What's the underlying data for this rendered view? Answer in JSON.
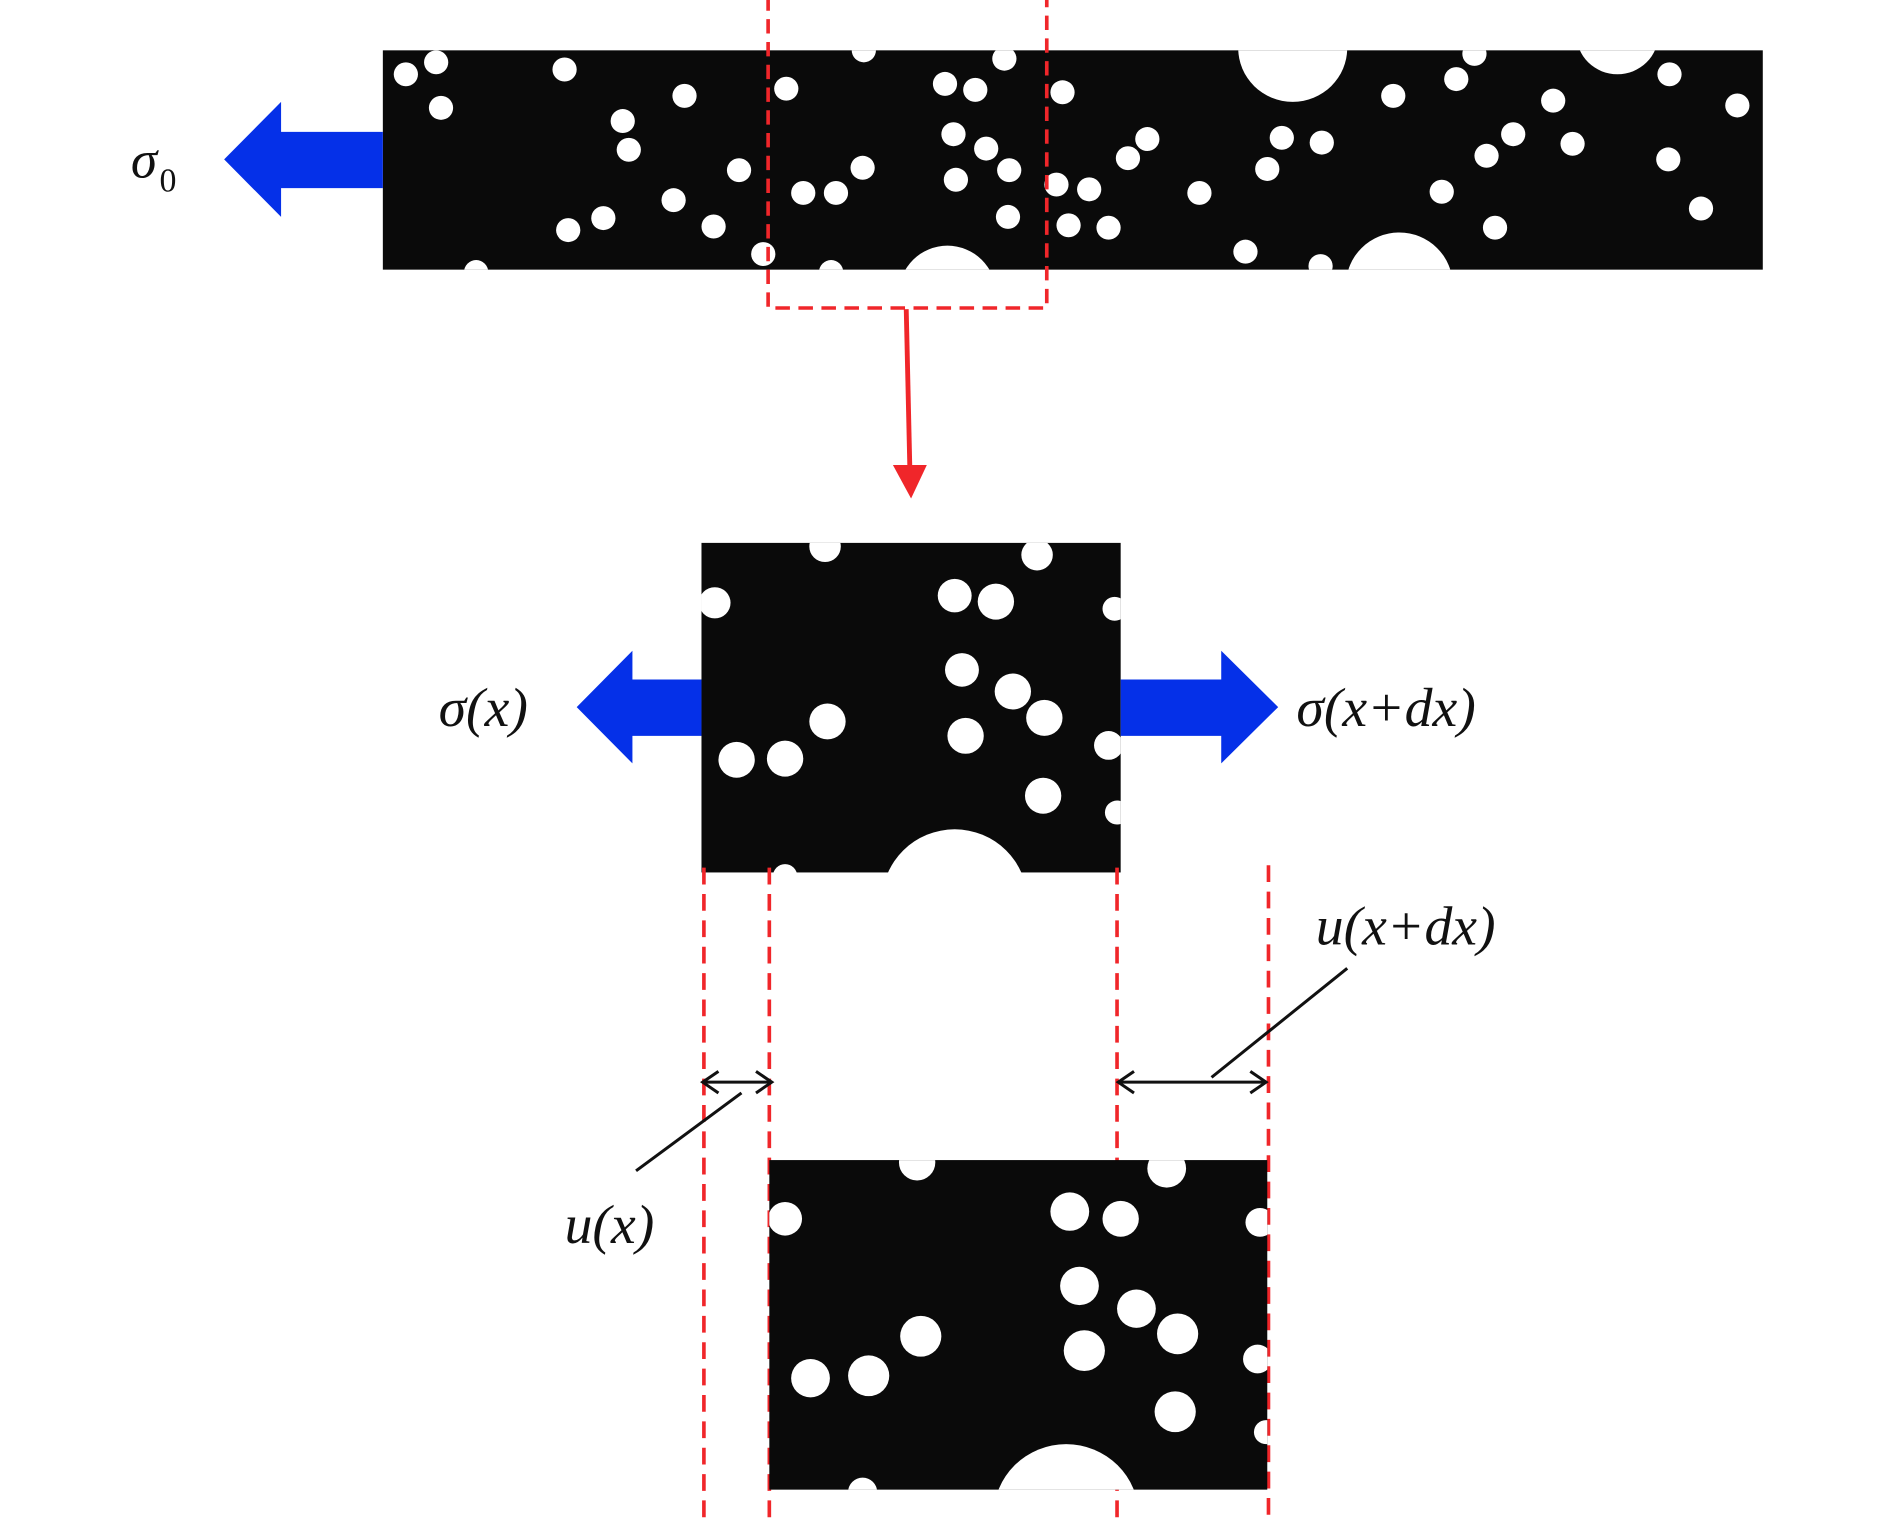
{
  "colors": {
    "matrix": "#0a0a0a",
    "particle": "#ffffff",
    "load_arrow": "#0530e8",
    "guide": "#f0262a",
    "annotation": "#111111"
  },
  "labels": {
    "sigma0": {
      "symbol": "σ",
      "subscript": "0"
    },
    "sigma_x": "σ(x)",
    "sigma_x_dx": "σ(x+dx)",
    "u_x": "u(x)",
    "u_x_dx": "u(x+dx)"
  }
}
